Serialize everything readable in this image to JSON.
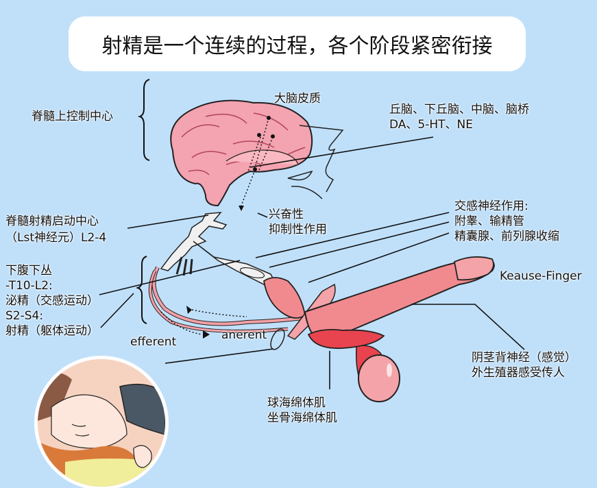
{
  "title": "射精是一个连续的过程，各个阶段紧密衔接",
  "labels": {
    "supraspinal": "脊髓上控制中心",
    "cortex": "大脑皮质",
    "brainstem": [
      "丘脑、下丘脑、中脑、脑桥",
      "DA、5-HT、NE"
    ],
    "spinal_center": [
      "脊髓射精启动中心",
      "（Lst神经元）L2-4"
    ],
    "modulation": [
      "兴奋性",
      "抑制性作用"
    ],
    "sympathetic": [
      "交感神经作用:",
      "附睾、输精管",
      "精囊腺、前列腺收缩"
    ],
    "keause": "Keause-Finger",
    "plexus": [
      "下腹下丛",
      "-T10-L2:",
      "泌精（交感运动）",
      "S2-S4:",
      "射精（躯体运动）"
    ],
    "efferent": "efferent",
    "anerent": "anerent",
    "dorsal_nerve": [
      "阴茎背神经（感觉）",
      "外生殖器感受传人"
    ],
    "muscles": [
      "球海绵体肌",
      "坐骨海绵体肌"
    ]
  },
  "icons": {
    "brain": "brain-illustration",
    "spinal_cord": "spinal-cord-illustration",
    "organ": "reproductive-organ-illustration",
    "photo": "couple-illustration-circle"
  },
  "colors": {
    "background": "#c0e0fa",
    "card": "#ffffff",
    "brain": "#f4a3b0",
    "organ": "#f08a8f",
    "organ_dark": "#e8444f",
    "nerve": "#f0f0f0"
  }
}
